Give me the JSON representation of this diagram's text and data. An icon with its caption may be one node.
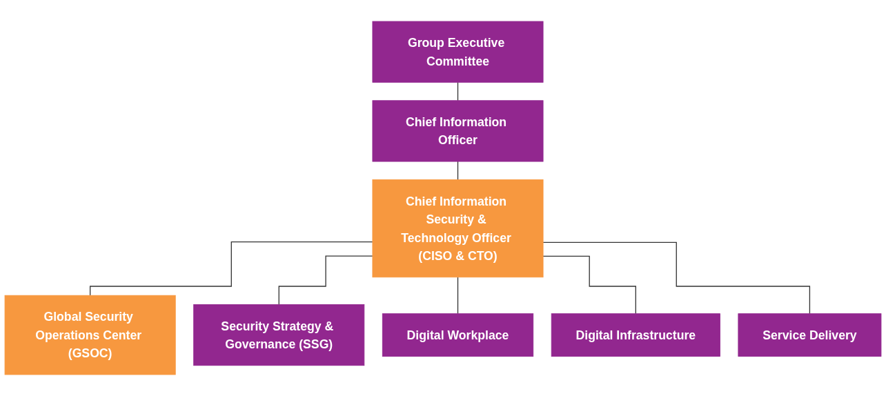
{
  "diagram": {
    "nodes": [
      {
        "text": [
          "Group Executive Committee"
        ]
      },
      {
        "text": [
          "Chief Information Officer"
        ]
      },
      {
        "text": [
          "Chief Information Security & Technology Officer (CISO & CTO)"
        ]
      },
      {
        "text": [
          "Global Security Operations Center (GSOC)"
        ]
      },
      {
        "text": [
          "Security Strategy & Governance (SSG)"
        ]
      },
      {
        "text": [
          "Digital Workplace"
        ]
      },
      {
        "text": [
          "Digital Infrastructure"
        ]
      },
      {
        "text": [
          "Service Delivery"
        ]
      }
    ],
    "edges": [
      {
        "from": 0,
        "to": 1,
        "arrow": "none"
      },
      {
        "from": 1,
        "to": 2,
        "arrow": "none"
      },
      {
        "from": 2,
        "to": 3,
        "arrow": "none"
      },
      {
        "from": 2,
        "to": 4,
        "arrow": "none"
      },
      {
        "from": 2,
        "to": 5,
        "arrow": "none"
      },
      {
        "from": 2,
        "to": 6,
        "arrow": "none"
      },
      {
        "from": 2,
        "to": 7,
        "arrow": "none"
      }
    ]
  }
}
